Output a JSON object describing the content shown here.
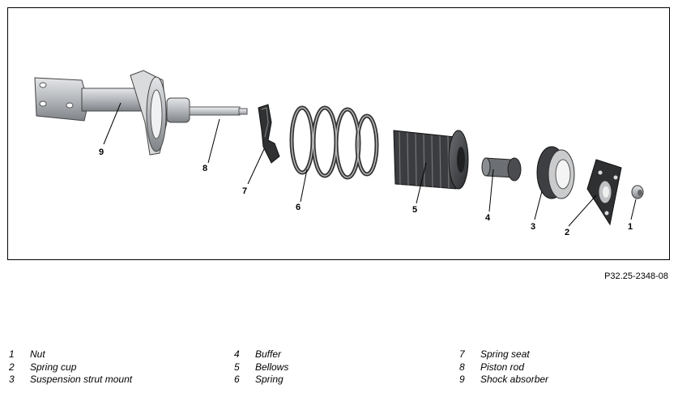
{
  "figure": {
    "id": "P32.25-2348-08",
    "callouts": [
      "1",
      "2",
      "3",
      "4",
      "5",
      "6",
      "7",
      "8",
      "9"
    ]
  },
  "legend": [
    [
      {
        "num": "1",
        "label": "Nut"
      },
      {
        "num": "2",
        "label": "Spring cup"
      },
      {
        "num": "3",
        "label": "Suspension strut mount"
      }
    ],
    [
      {
        "num": "4",
        "label": "Buffer"
      },
      {
        "num": "5",
        "label": "Bellows"
      },
      {
        "num": "6",
        "label": "Spring"
      }
    ],
    [
      {
        "num": "7",
        "label": "Spring seat"
      },
      {
        "num": "8",
        "label": "Piston rod"
      },
      {
        "num": "9",
        "label": "Shock absorber"
      }
    ]
  ]
}
